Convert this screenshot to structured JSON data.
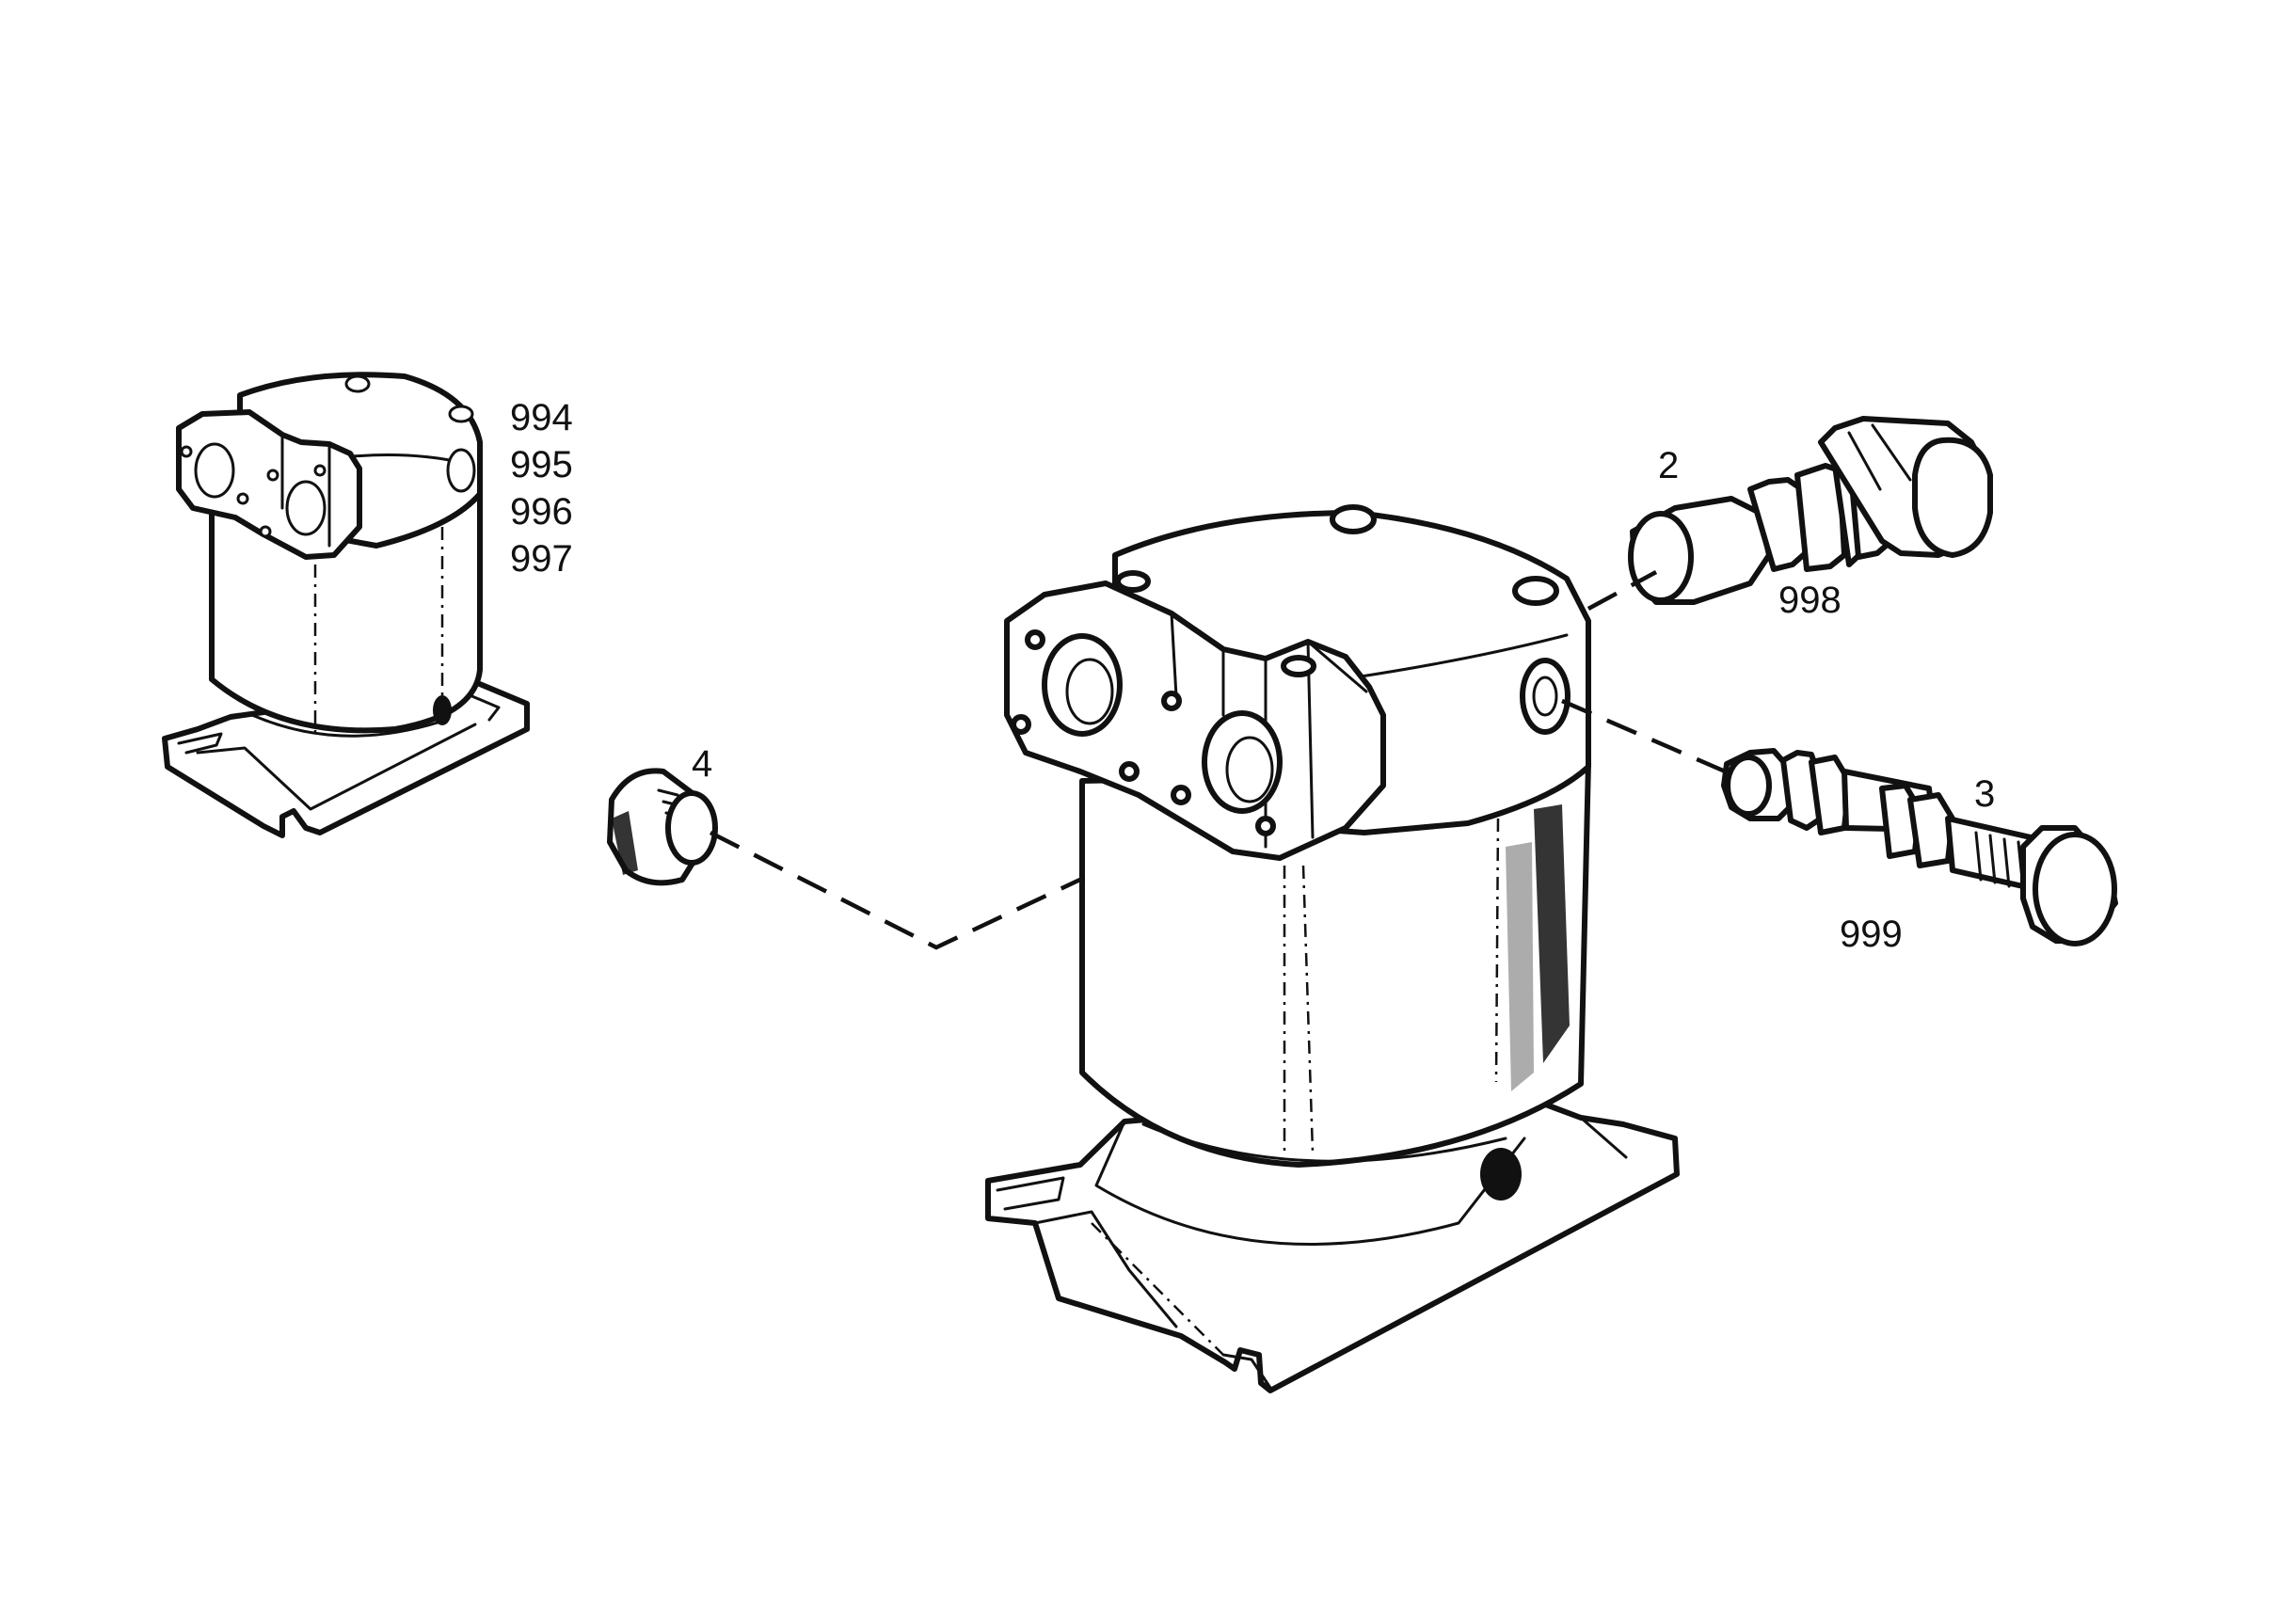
{
  "callouts": {
    "ref_994": "994",
    "ref_995": "995",
    "ref_996": "996",
    "ref_997": "997",
    "item_2": "2",
    "item_3": "3",
    "item_4": "4",
    "ref_998": "998",
    "ref_999": "999"
  },
  "colors": {
    "ink": "#111111",
    "paper": "#ffffff"
  }
}
